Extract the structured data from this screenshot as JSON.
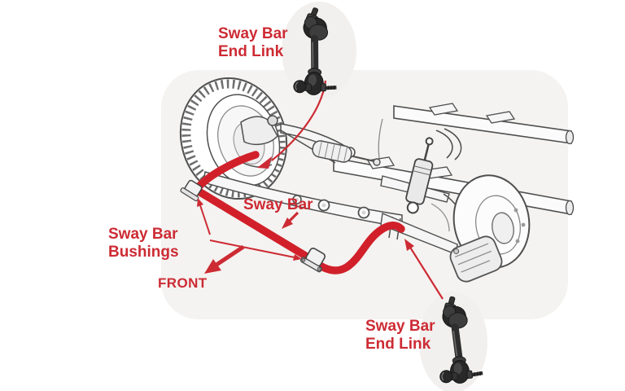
{
  "colors": {
    "background": "#ffffff",
    "accent_red": "#cd2b34",
    "bar_red": "#d1202a",
    "line_gray": "#4f4f4f"
  },
  "labels": {
    "end_link_top": {
      "line1": "Sway Bar",
      "line2": "End Link"
    },
    "sway_bar": {
      "text": "Sway Bar"
    },
    "bushings": {
      "line1": "Sway Bar",
      "line2": "Bushings"
    },
    "front": {
      "text": "FRONT"
    },
    "end_link_bottom": {
      "line1": "Sway Bar",
      "line2": "End Link"
    }
  }
}
